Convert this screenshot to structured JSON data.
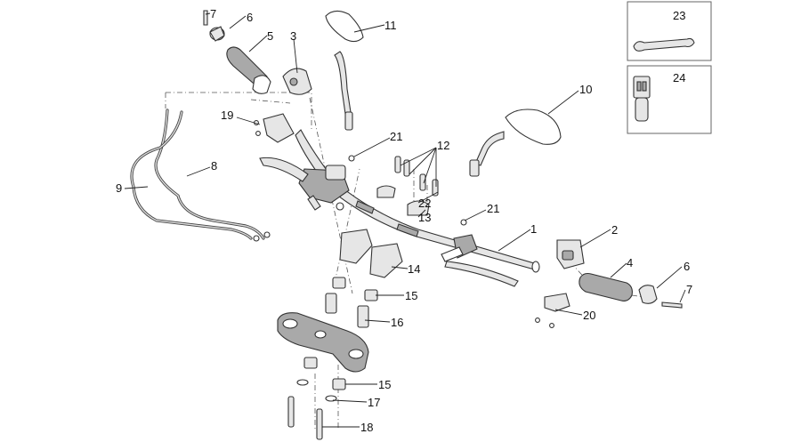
{
  "callouts": [
    {
      "id": "c7a",
      "text": "7"
    },
    {
      "id": "c6a",
      "text": "6"
    },
    {
      "id": "c5",
      "text": "5"
    },
    {
      "id": "c3",
      "text": "3"
    },
    {
      "id": "c11",
      "text": "11"
    },
    {
      "id": "c19",
      "text": "19"
    },
    {
      "id": "c8",
      "text": "8"
    },
    {
      "id": "c9",
      "text": "9"
    },
    {
      "id": "c21a",
      "text": "21"
    },
    {
      "id": "c12",
      "text": "12"
    },
    {
      "id": "c22",
      "text": "22"
    },
    {
      "id": "c13",
      "text": "13"
    },
    {
      "id": "c21b",
      "text": "21"
    },
    {
      "id": "c10",
      "text": "10"
    },
    {
      "id": "c1",
      "text": "1"
    },
    {
      "id": "c2",
      "text": "2"
    },
    {
      "id": "c4",
      "text": "4"
    },
    {
      "id": "c6b",
      "text": "6"
    },
    {
      "id": "c7b",
      "text": "7"
    },
    {
      "id": "c20",
      "text": "20"
    },
    {
      "id": "c14",
      "text": "14"
    },
    {
      "id": "c15a",
      "text": "15"
    },
    {
      "id": "c16",
      "text": "16"
    },
    {
      "id": "c15b",
      "text": "15"
    },
    {
      "id": "c17",
      "text": "17"
    },
    {
      "id": "c18",
      "text": "18"
    },
    {
      "id": "c23",
      "text": "23"
    },
    {
      "id": "c24",
      "text": "24"
    }
  ],
  "colors": {
    "line": "#333333",
    "fill_light": "#e6e6e6",
    "fill_dark": "#a9a9a9",
    "background": "#ffffff"
  }
}
